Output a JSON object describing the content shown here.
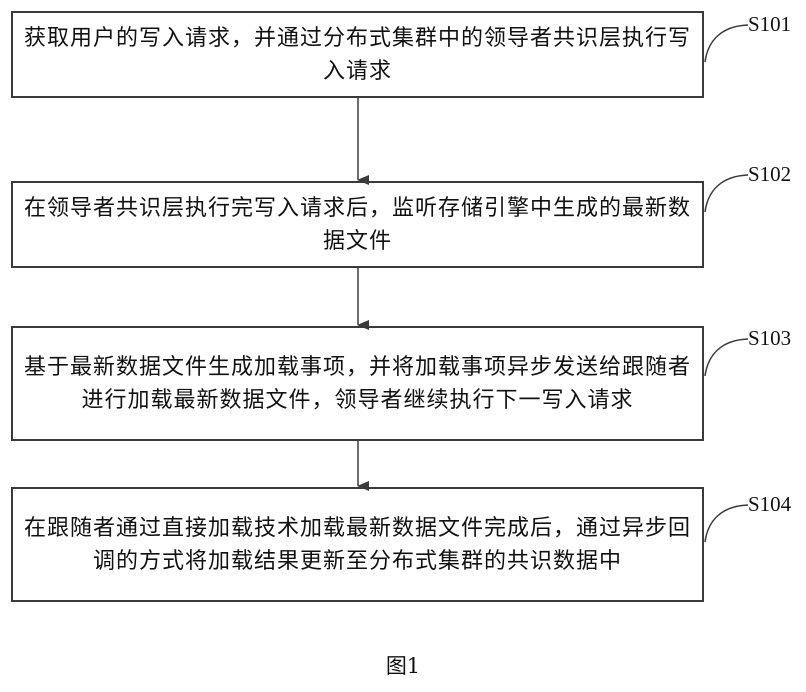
{
  "diagram": {
    "type": "flowchart",
    "steps": [
      {
        "id": "S101",
        "label": "S101",
        "text": "获取用户的写入请求，并通过分布式集群中的领导者共识层执行写入请求"
      },
      {
        "id": "S102",
        "label": "S102",
        "text": "在领导者共识层执行完写入请求后，监听存储引擎中生成的最新数据文件"
      },
      {
        "id": "S103",
        "label": "S103",
        "text": "基于最新数据文件生成加载事项，并将加载事项异步发送给跟随者进行加载最新数据文件，领导者继续执行下一写入请求"
      },
      {
        "id": "S104",
        "label": "S104",
        "text": "在跟随者通过直接加载技术加载最新数据文件完成后，通过异步回调的方式将加载结果更新至分布式集群的共识数据中"
      }
    ],
    "edges": [
      {
        "from": "S101",
        "to": "S102"
      },
      {
        "from": "S102",
        "to": "S103"
      },
      {
        "from": "S103",
        "to": "S104"
      }
    ],
    "caption": "图1",
    "colors": {
      "stroke": "#3a3a3a",
      "text": "#111111",
      "background": "#ffffff"
    }
  }
}
